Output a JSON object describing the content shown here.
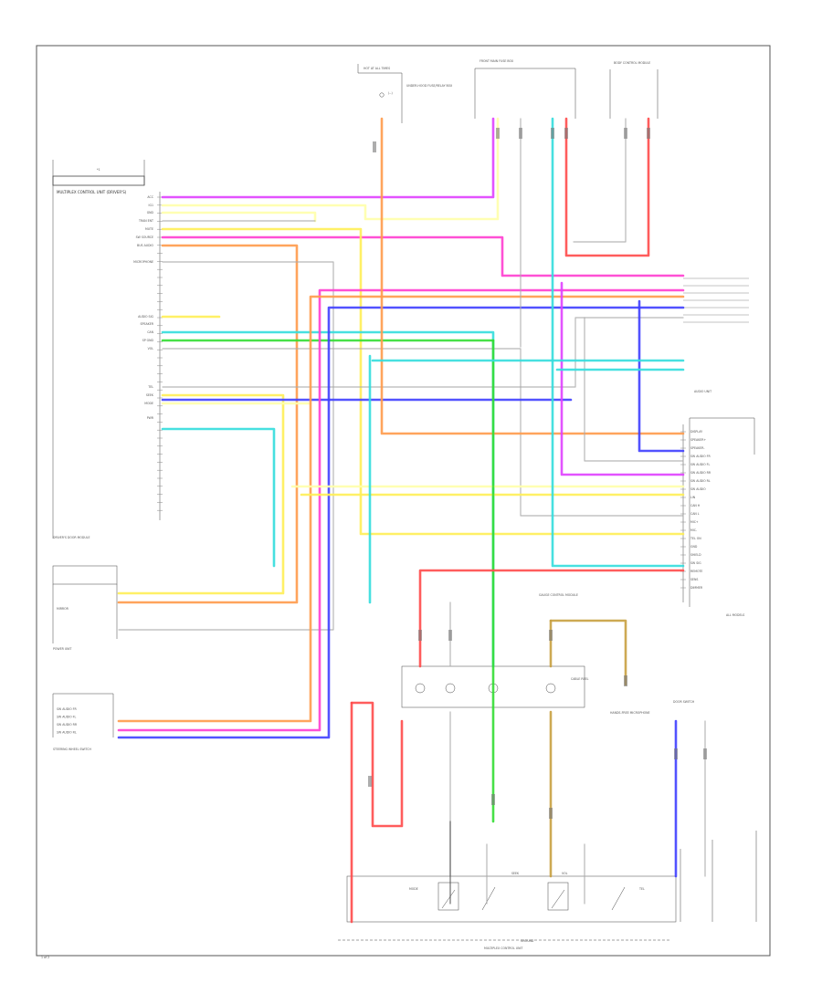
{
  "page_number": "1 of 2",
  "header": {
    "top_left_module_top": "*1",
    "top_left_module": "MULTIPLEX CONTROL UNIT (DRIVER'S)"
  },
  "modules": {
    "hot_fuse": "HOT AT ALL TIMES",
    "under_hood_box": "UNDER-HOOD FUSE/RELAY BOX",
    "front_fuse": "FRONT MAIN FUSE BOX",
    "body_control": "BODY CONTROL MODULE",
    "audio_unit": "AUDIO UNIT",
    "driver_door": "DRIVER'S DOOR MODULE",
    "steering_switch": "STEERING WHEEL SWITCH",
    "clock_spring": "CABLE REEL",
    "gauge": "GAUGE CONTROL MODULE",
    "mic": "HANDS-FREE MICROPHONE",
    "door_switch": "DOOR SWITCH",
    "power_unit": "POWER UNIT",
    "ground": "GROUND",
    "bottom_label": "MULTIPLEX CONTROL UNIT"
  },
  "left_pins": [
    "ACC",
    "IG1",
    "GND",
    "TRAN ENT",
    "MUTE",
    "SW SOURCE",
    "BUS AUDIO",
    "MICROPHONE",
    "AUDIO SIG",
    "SPEAKER",
    "CAN",
    "SP GND",
    "VOL",
    "TEL",
    "SEEK",
    "MODE",
    "PWR"
  ],
  "right_pins": [
    "DISPLAY",
    "SPEAKER+",
    "SPEAKER-",
    "SW AUDIO FR",
    "SW AUDIO FL",
    "SW AUDIO RR",
    "SW AUDIO RL",
    "SW AUDIO",
    "LIN",
    "CAN H",
    "CAN L",
    "MIC+",
    "MIC-",
    "TEL ON",
    "GND",
    "SHIELD",
    "SW SIG",
    "REMOTE",
    "SENS",
    "DIMMER"
  ],
  "bottom_left_pins": [
    "SW AUDIO FR",
    "SW AUDIO FL",
    "SW AUDIO RR",
    "SW AUDIO RL"
  ],
  "wire_colors": {
    "pink": "#ff3dd0",
    "magenta": "#e040ff",
    "blue": "#3f3fff",
    "yellow": "#ffee55",
    "orange": "#ff9a4a",
    "cyan": "#33dddd",
    "green": "#33dd33",
    "red": "#ff4a4a",
    "gray": "#aaaaaa",
    "lightyellow": "#ffffaa",
    "tan": "#c8a040",
    "black": "#555555"
  },
  "switch_labels": [
    "MODE",
    "SEEK",
    "VOL",
    "TEL"
  ],
  "side_note": "ALL MODELS"
}
